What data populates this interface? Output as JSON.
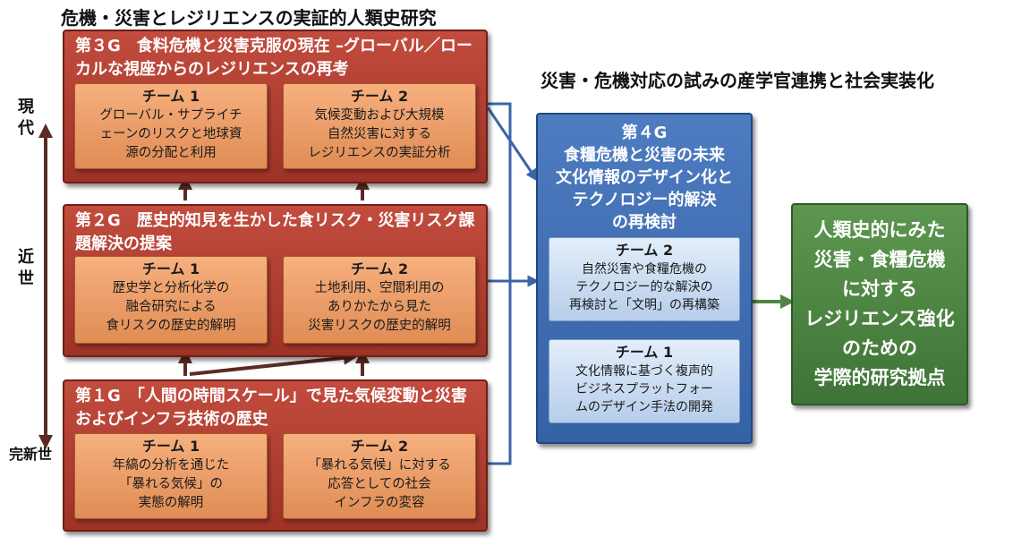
{
  "main_title": "危機・災害とレジリエンスの実証的人類史研究",
  "right_title": "災害・危機対応の試みの産学官連携と社会実装化",
  "eras": {
    "modern": "現\n代",
    "early_modern": "近\n世",
    "holocene": "完新世"
  },
  "group3": {
    "title": "第３G　食料危機と災害克服の現在 –グローバル／ローカルな視座からのレジリエンスの再考",
    "team1": {
      "name": "チーム 1",
      "desc": "グローバル・サプライチ\nェーンのリスクと地球資\n源の分配と利用"
    },
    "team2": {
      "name": "チーム 2",
      "desc": "気候変動および大規模\n自然災害に対する\nレジリエンスの実証分析"
    }
  },
  "group2": {
    "title": "第２G　歴史的知見を生かした食リスク・災害リスク課題解決の提案",
    "team1": {
      "name": "チーム 1",
      "desc": "歴史学と分析化学の\n融合研究による\n食リスクの歴史的解明"
    },
    "team2": {
      "name": "チーム 2",
      "desc": "土地利用、空間利用の\nありかたから見た\n災害リスクの歴史的解明"
    }
  },
  "group1": {
    "title": "第１G　「人間の時間スケール」で見た気候変動と災害 およびインフラ技術の歴史",
    "team1": {
      "name": "チーム 1",
      "desc": "年縞の分析を通じた\n「暴れる気候」の\n実態の解明"
    },
    "team2": {
      "name": "チーム 2",
      "desc": "「暴れる気候」に対する\n応答としての社会\nインフラの変容"
    }
  },
  "group4": {
    "title": "第４G\n食糧危機と災害の未来\n文化情報のデザイン化と\nテクノロジー的解決\nの再検討",
    "team2": {
      "name": "チーム 2",
      "desc": "自然災害や食糧危機の\nテクノロジー的な解決の\n再検討と「文明」の再構築"
    },
    "team1": {
      "name": "チーム 1",
      "desc": "文化情報に基づく複声的\nビジネスプラットフォー\nムのデザイン手法の開発"
    }
  },
  "result": "人類史的にみた\n災害・食糧危機\nに対する\nレジリエンス強化\nのための\n学際的研究拠点",
  "colors": {
    "group_red": "#b0412f",
    "team_orange": "#f0a06a",
    "group_blue": "#3f6db2",
    "team_lightblue": "#cfe0f5",
    "result_green": "#4f8543",
    "connector_blue": "#3c64a8",
    "arrow_dark": "#5a2b22"
  }
}
